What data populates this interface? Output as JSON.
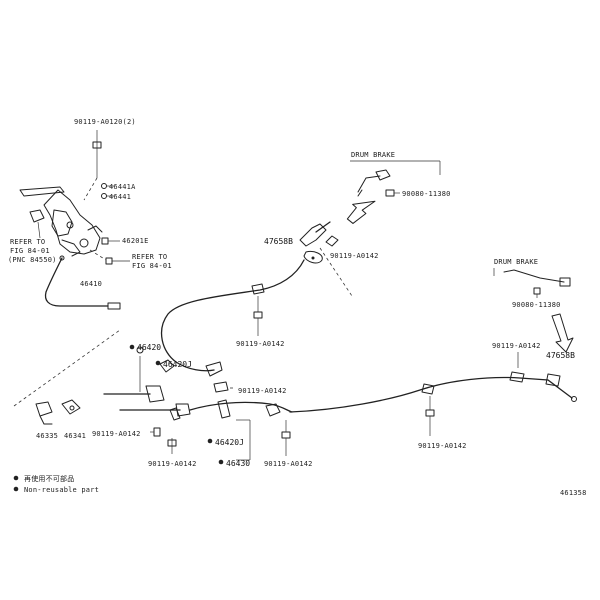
{
  "labels": {
    "bolt_top": "90119-A0120(2)",
    "p46441A": "46441A",
    "p46441": "46441",
    "p46201E": "46201E",
    "refer_left_1": "REFER TO",
    "refer_left_2": "FIG 84-01",
    "refer_left_3": "(PNC 84550)",
    "refer_right_1": "REFER TO",
    "refer_right_2": "FIG 84-01",
    "p46410": "46410",
    "p47658_left": "47658B",
    "drum_brake_top": "DRUM BRAKE",
    "screw_top": "90080-11380",
    "bolt_mid": "90119-A0142",
    "drum_brake_right": "DRUM BRAKE",
    "screw_right": "90080-11380",
    "bolt_under_cable": "90119-A0142",
    "p46420": "46420",
    "p46420J": "46420J",
    "bolt_right_low": "90119-A0142",
    "p47658_right": "47658B",
    "bolt_center": "90119-A0142",
    "p46335": "46335",
    "p46341": "46341",
    "bolt_left_low": "90119-A0142",
    "bolt_bottom_left": "90119-A0142",
    "p46420J_b": "46420J",
    "p46430": "46430",
    "bolt_bottom_mid": "90119-A0142",
    "bolt_bottom_right": "90119-A0142",
    "legend_1": "再使用不可部品",
    "legend_2": "Non-reusable part",
    "code": "461358"
  }
}
